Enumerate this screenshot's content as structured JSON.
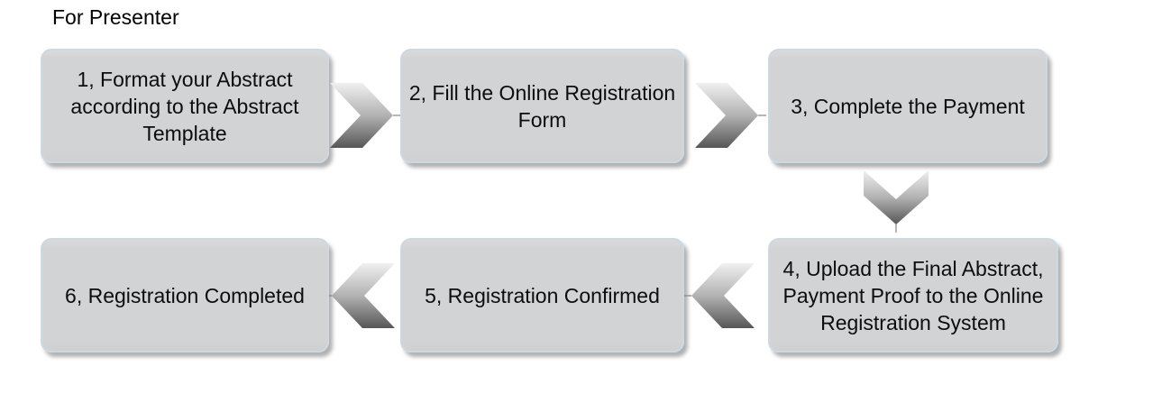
{
  "title": "For Presenter",
  "steps": [
    {
      "id": 1,
      "label": "1, Format your Abstract\naccording to the Abstract\nTemplate"
    },
    {
      "id": 2,
      "label": "2, Fill the Online Registration\nForm"
    },
    {
      "id": 3,
      "label": "3, Complete the Payment"
    },
    {
      "id": 4,
      "label": "4, Upload the Final Abstract,\nPayment Proof to the Online\nRegistration System"
    },
    {
      "id": 5,
      "label": "5, Registration Confirmed"
    },
    {
      "id": 6,
      "label": "6, Registration Completed"
    }
  ],
  "flow": {
    "arrows": [
      {
        "from": 1,
        "to": 2,
        "direction": "right"
      },
      {
        "from": 2,
        "to": 3,
        "direction": "right"
      },
      {
        "from": 3,
        "to": 4,
        "direction": "down"
      },
      {
        "from": 4,
        "to": 5,
        "direction": "left"
      },
      {
        "from": 5,
        "to": 6,
        "direction": "left"
      }
    ]
  },
  "colors": {
    "background": "#ffffff",
    "box_fill": "#d2d3d5",
    "box_border": "#cdd8e0",
    "text": "#0d0d0d",
    "arrow_gradient_top": "#efefef",
    "arrow_gradient_bottom": "#565656"
  }
}
